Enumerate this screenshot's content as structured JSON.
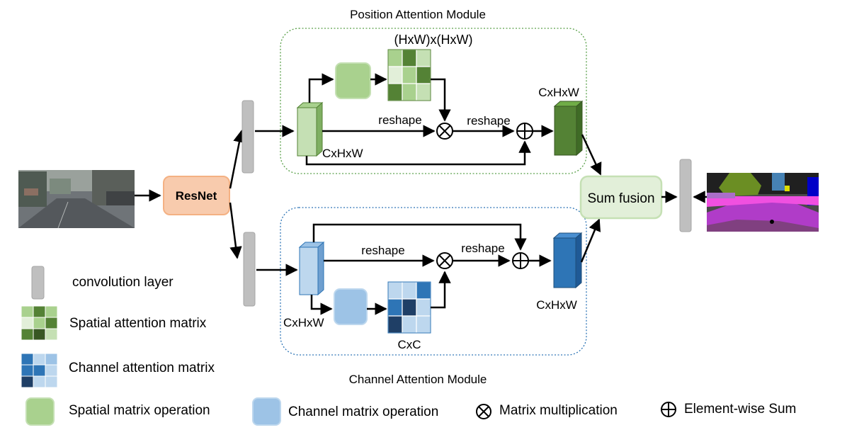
{
  "modules": {
    "position_title": "Position Attention Module",
    "channel_title": "Channel Attention Module"
  },
  "nodes": {
    "backbone": "ResNet",
    "fusion": "Sum fusion"
  },
  "labels": {
    "pos_matrix_dim": "(HxW)x(HxW)",
    "pos_feature_dim": "CxHxW",
    "pos_output_dim": "CxHxW",
    "pos_reshape_1": "reshape",
    "pos_reshape_2": "reshape",
    "chan_reshape_1": "reshape",
    "chan_reshape_2": "reshape",
    "chan_feature_dim": "CxHxW",
    "chan_output_dim": "CxHxW",
    "chan_matrix_dim": "CxC"
  },
  "legend": {
    "conv": "convolution layer",
    "spatial_matrix": "Spatial attention matrix",
    "channel_matrix": "Channel attention matrix",
    "spatial_op": "Spatial matrix operation",
    "channel_op": "Channel matrix operation",
    "mat_mul": "Matrix multiplication",
    "elem_sum": "Element-wise Sum"
  },
  "colors": {
    "green_module_border": "#5aa04a",
    "blue_module_border": "#2e75b6",
    "resnet_fill": "#f8cbad",
    "resnet_border": "#f4b183",
    "fusion_fill": "#e2efd9",
    "fusion_border": "#c5e0b4",
    "conv_gray": "#bfbfbf",
    "green_light": "#c5e0b4",
    "green_mid": "#a9d18e",
    "green_dark": "#548235",
    "blue_light": "#bdd7ee",
    "blue_mid": "#9dc3e6",
    "blue_dark": "#2e75b6"
  }
}
